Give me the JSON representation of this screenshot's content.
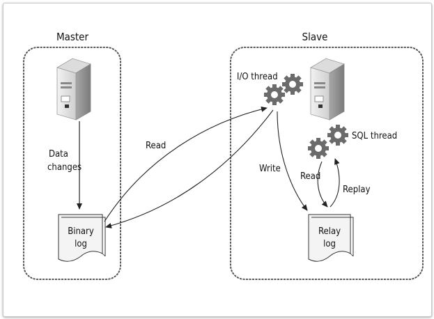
{
  "master": {
    "title": "Master",
    "data_changes": [
      "Data",
      "changes"
    ],
    "binary_log": [
      "Binary",
      "log"
    ]
  },
  "slave": {
    "title": "Slave",
    "io_thread": "I/O thread",
    "sql_thread": "SQL thread",
    "relay_log": [
      "Relay",
      "log"
    ]
  },
  "arrows": {
    "read_master": "Read",
    "write": "Write",
    "read_slave": "Read",
    "replay": "Replay"
  },
  "colors": {
    "server_light": "#e8e8e8",
    "server_dark": "#9a9a9a",
    "gear": "#6b6b6b",
    "box_border": "#555555",
    "arrow": "#222222"
  }
}
